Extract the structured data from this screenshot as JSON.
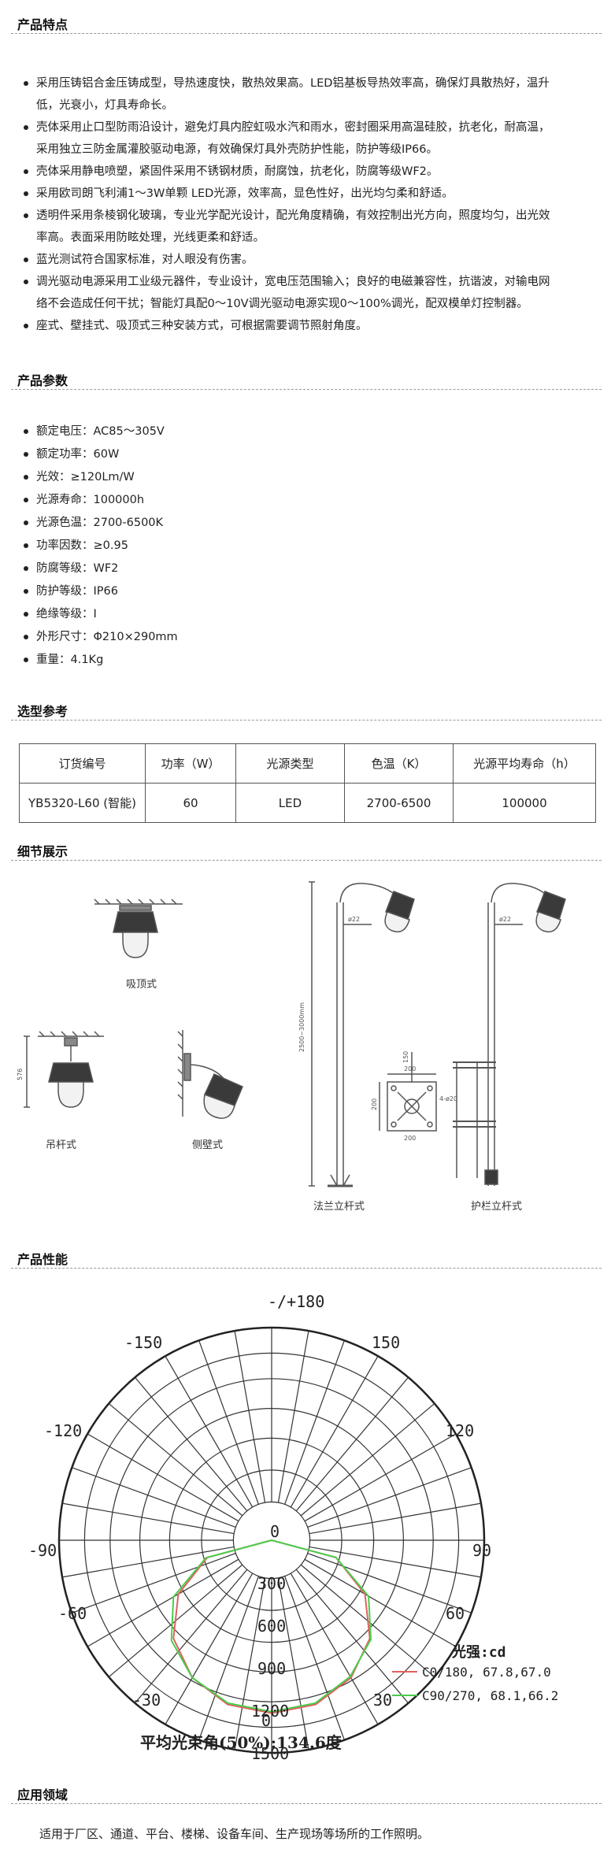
{
  "features": {
    "title": "产品特点",
    "items": [
      "采用压铸铝合金压铸成型，导热速度快，散热效果高。LED铝基板导热效率高，确保灯具散热好，温升",
      "低，光衰小，灯具寿命长。",
      "壳体采用止口型防雨沿设计，避免灯具内腔虹吸水汽和雨水，密封圈采用高温硅胶，抗老化，耐高温，",
      "采用独立三防金属灌胶驱动电源，有效确保灯具外壳防护性能，防护等级IP66。",
      "壳体采用静电喷塑，紧固件采用不锈钢材质，耐腐蚀，抗老化，防腐等级WF2。",
      "采用欧司朗飞利浦1～3W单颗 LED光源，效率高，显色性好，出光均匀柔和舒适。",
      "透明件采用条棱钢化玻璃，专业光学配光设计，配光角度精确，有效控制出光方向，照度均匀，出光效",
      "率高。表面采用防眩处理，光线更柔和舒适。",
      "蓝光测试符合国家标准，对人眼没有伤害。",
      "调光驱动电源采用工业级元器件，专业设计，宽电压范围输入；良好的电磁兼容性，抗谐波，对输电网",
      "络不会造成任何干扰；智能灯具配0～10V调光驱动电源实现0～100%调光，配双模单灯控制器。",
      "座式、壁挂式、吸顶式三种安装方式，可根据需要调节照射角度。"
    ]
  },
  "params": {
    "title": "产品参数",
    "items": [
      "额定电压：AC85～305V",
      "额定功率：60W",
      "光效：≥120Lm/W",
      "光源寿命：100000h",
      "光源色温：2700-6500K",
      "功率因数：≥0.95",
      "防腐等级：WF2",
      "防护等级：IP66",
      "绝缘等级：I",
      "外形尺寸：Φ210×290mm",
      "重量：4.1Kg"
    ]
  },
  "selection": {
    "title": "选型参考",
    "headers": [
      "订货编号",
      "功率（W）",
      "光源类型",
      "色温（K）",
      "光源平均寿命（h）"
    ],
    "row": [
      "YB5320-L60 (智能)",
      "60",
      "LED",
      "2700-6500",
      "100000"
    ]
  },
  "details": {
    "title": "细节展示",
    "labels": {
      "ceiling": "吸顶式",
      "pendant": "吊杆式",
      "wall": "侧壁式",
      "flange": "法兰立杆式",
      "rail": "护栏立杆式",
      "height_dim": "2500~3000mm",
      "dim_576": "576",
      "dim_22a": "ø22",
      "dim_22b": "ø22",
      "dim_150": "150",
      "dim_200a": "200",
      "dim_200b": "200",
      "dim_200c": "200",
      "dim_holes": "4-ø20"
    }
  },
  "performance": {
    "title": "产品性能",
    "angle_labels": {
      "top": "-/+180",
      "n150": "-150",
      "p150": "150",
      "n120": "-120",
      "p120": "120",
      "n90": "-90",
      "p90": "90",
      "n60": "-60",
      "p60": "60",
      "n30": "-30",
      "p30": "30",
      "bottom": "0"
    },
    "radial_labels": [
      "0",
      "300",
      "600",
      "900",
      "1200",
      "1500"
    ],
    "legend_title": "光强:cd",
    "legend_c0": "C0/180, 67.8,67.0",
    "legend_c90": "C90/270, 68.1,66.2",
    "beam_angle_text": "平均光束角(50%):134.6度",
    "colors": {
      "c0": "#e06060",
      "c90": "#4ccc4c"
    }
  },
  "chart_data": {
    "type": "polar",
    "rlim": [
      0,
      1500
    ],
    "radial_ticks": [
      0,
      300,
      600,
      900,
      1200,
      1500
    ],
    "series": [
      {
        "name": "C0/180, 67.8,67.0",
        "angles": [
          -90,
          -75,
          -60,
          -45,
          -30,
          -15,
          0,
          15,
          30,
          45,
          60,
          75,
          90
        ],
        "values": [
          0,
          470,
          760,
          980,
          1120,
          1200,
          1220,
          1200,
          1120,
          980,
          760,
          470,
          0
        ]
      },
      {
        "name": "C90/270, 68.1,66.2",
        "angles": [
          -90,
          -75,
          -60,
          -45,
          -30,
          -15,
          0,
          15,
          30,
          45,
          60,
          75,
          90
        ],
        "values": [
          0,
          480,
          800,
          1000,
          1120,
          1190,
          1210,
          1190,
          1110,
          990,
          790,
          470,
          0
        ]
      }
    ]
  },
  "application": {
    "title": "应用领域",
    "text": "适用于厂区、通道、平台、楼梯、设备车间、生产现场等场所的工作照明。"
  }
}
